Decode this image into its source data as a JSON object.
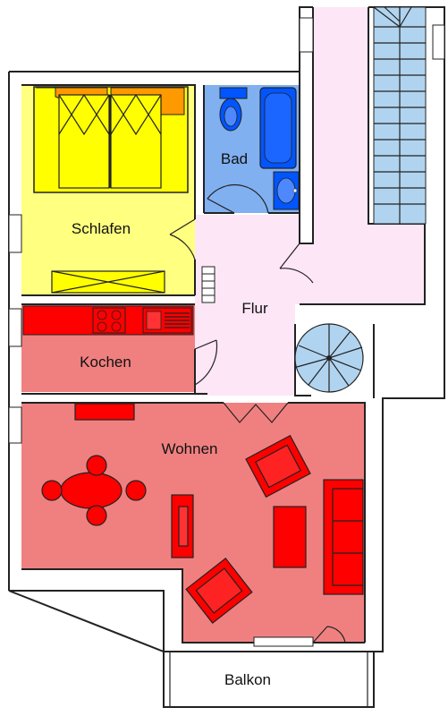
{
  "rooms": {
    "schlafen": "Schlafen",
    "bad": "Bad",
    "flur": "Flur",
    "kochen": "Kochen",
    "wohnen": "Wohnen",
    "balkon": "Balkon"
  },
  "colors": {
    "schlafen": "#ffff80",
    "bad": "#80b0f0",
    "flur": "#fde6f6",
    "kochen": "#f08080",
    "wohnen": "#f08080",
    "furniture_red": "#ff0000",
    "bed": "#ffff00",
    "pillow": "#ff9900",
    "bath_fixture": "#0055ff",
    "stairs": "#b0d4f0",
    "wall": "#222222"
  }
}
